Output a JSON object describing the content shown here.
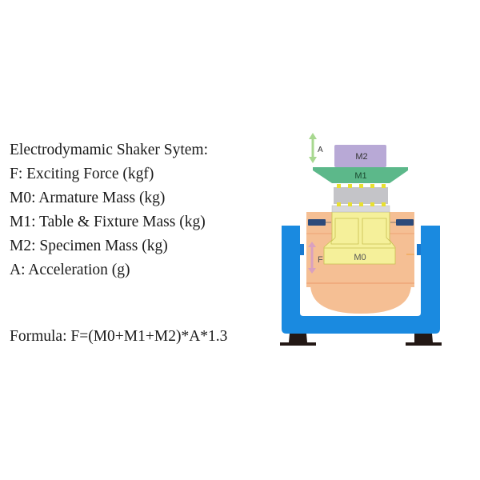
{
  "legend": {
    "title": "Electrodymamic Shaker Sytem:",
    "items": [
      "F: Exciting Force (kgf)",
      "M0: Armature Mass (kg)",
      "M1: Table & Fixture Mass (kg)",
      "M2: Specimen Mass (kg)",
      "A: Acceleration (g)"
    ]
  },
  "formula": "Formula: F=(M0+M1+M2)*A*1.3",
  "diagram": {
    "labels": {
      "specimen": "M2",
      "table": "M1",
      "armature": "M0",
      "force": "F",
      "acceleration": "A"
    },
    "colors": {
      "specimen": "#b8a9d6",
      "table": "#5cb88a",
      "gray_block": "#c4c4c8",
      "bolts": "#e8e030",
      "armature": "#f5f09a",
      "armature_outline": "#c8c050",
      "body": "#f5bf94",
      "body_line": "#ea9a6a",
      "frame": "#1a8ae0",
      "feet": "#231815",
      "flexure": "#2d4a7a",
      "accel_arrow": "#a8d890",
      "force_arrow": "#d9a0c0"
    }
  }
}
